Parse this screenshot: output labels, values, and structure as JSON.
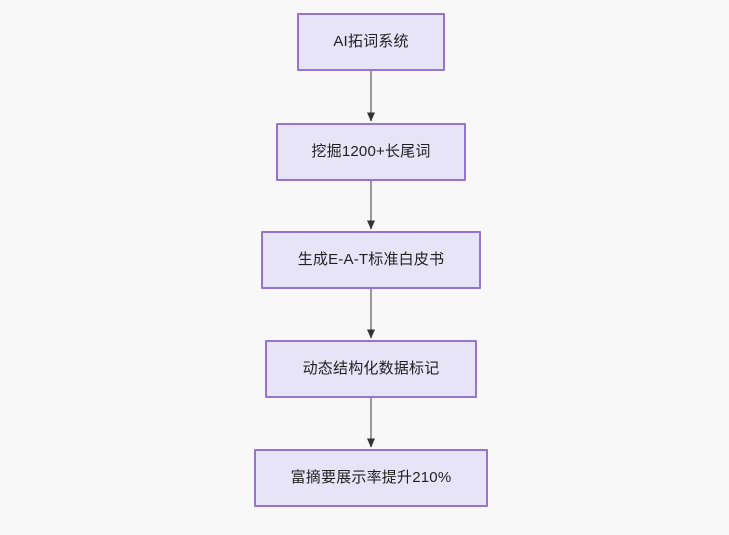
{
  "diagram": {
    "type": "flowchart",
    "direction": "top-to-bottom",
    "background_color": "#f8f8f8",
    "node_fill_color": "#e8e4f8",
    "node_border_color": "#9575d4",
    "node_text_color": "#1f2020",
    "edge_line_color": "#999999",
    "edge_arrow_color": "#333333",
    "nodes": [
      {
        "id": "n0",
        "label": "AI拓词系统"
      },
      {
        "id": "n1",
        "label": "挖掘1200+长尾词"
      },
      {
        "id": "n2",
        "label": "生成E-A-T标准白皮书"
      },
      {
        "id": "n3",
        "label": "动态结构化数据标记"
      },
      {
        "id": "n4",
        "label": "富摘要展示率提升210%"
      }
    ],
    "edges": [
      {
        "from": "n0",
        "to": "n1",
        "label": ""
      },
      {
        "from": "n1",
        "to": "n2",
        "label": ""
      },
      {
        "from": "n2",
        "to": "n3",
        "label": ""
      },
      {
        "from": "n3",
        "to": "n4",
        "label": ""
      }
    ]
  }
}
